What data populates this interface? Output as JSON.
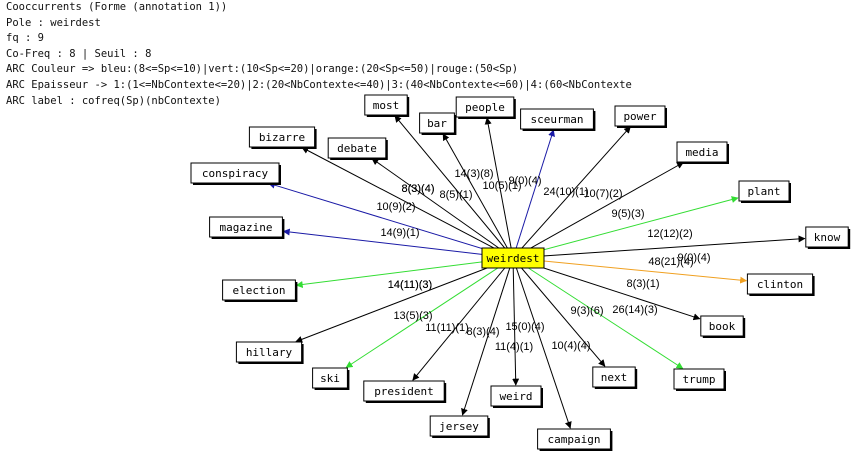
{
  "header": {
    "lines": [
      "Cooccurrents (Forme (annotation 1))",
      "Pole : weirdest",
      "fq : 9",
      "Co-Freq : 8 | Seuil : 8",
      "ARC Couleur => bleu:(8<=Sp<=10)|vert:(10<Sp<=20)|orange:(20<Sp<=50)|rouge:(50<Sp)",
      "ARC Epaisseur -> 1:(1<=NbContexte<=20)|2:(20<NbContexte<=40)|3:(40<NbContexte<=60)|4:(60<NbContexte",
      "ARC label : cofreq(Sp)(nbContexte)"
    ]
  },
  "colors": {
    "black": "#000000",
    "blue": "#1a1aa6",
    "green": "#33dd33",
    "orange": "#f0a020",
    "pole_fill": "#ffff00"
  },
  "pole": "weirdest",
  "nodes": [
    {
      "id": "most",
      "label": "most",
      "edge_label": "8(3)(4)",
      "color": "black"
    },
    {
      "id": "bar",
      "label": "bar",
      "edge_label": "8(5)(1)",
      "color": "black"
    },
    {
      "id": "people",
      "label": "people",
      "edge_label": "10(5)(1)",
      "color": "black"
    },
    {
      "id": "sceurman",
      "label": "sceurman",
      "edge_label": "9(0)(4)",
      "color": "blue"
    },
    {
      "id": "power",
      "label": "power",
      "edge_label": "10(7)(2)",
      "color": "black"
    },
    {
      "id": "media",
      "label": "media",
      "edge_label": "9(5)(3)",
      "color": "black"
    },
    {
      "id": "plant",
      "label": "plant",
      "edge_label": "12(12)(2)",
      "color": "green"
    },
    {
      "id": "know",
      "label": "know",
      "edge_label": "48(21)(4)",
      "color": "black"
    },
    {
      "id": "clinton",
      "label": "clinton",
      "edge_label": "24(10)(1)",
      "color": "orange"
    },
    {
      "id": "book",
      "label": "book",
      "edge_label": "26(14)(3)",
      "color": "black"
    },
    {
      "id": "trump",
      "label": "trump",
      "edge_label": "9(3)(6)",
      "color": "green"
    },
    {
      "id": "next",
      "label": "next",
      "edge_label": "10(4)(4)",
      "color": "black"
    },
    {
      "id": "campaign",
      "label": "campaign",
      "edge_label": "15(0)(4)",
      "color": "black"
    },
    {
      "id": "weird",
      "label": "weird",
      "edge_label": "11(4)(1)",
      "color": "black"
    },
    {
      "id": "jersey",
      "label": "jersey",
      "edge_label": "8(3)(4)",
      "color": "black"
    },
    {
      "id": "president",
      "label": "president",
      "edge_label": "11(11)(1)",
      "color": "black"
    },
    {
      "id": "ski",
      "label": "ski",
      "edge_label": "13(5)(3)",
      "color": "green"
    },
    {
      "id": "hillary",
      "label": "hillary",
      "edge_label": "14(11)(3)",
      "color": "black"
    },
    {
      "id": "election",
      "label": "election",
      "edge_label": "14(11)(3)",
      "color": "green"
    },
    {
      "id": "magazine",
      "label": "magazine",
      "edge_label": "14(9)(1)",
      "color": "blue"
    },
    {
      "id": "conspiracy",
      "label": "conspiracy",
      "edge_label": "10(9)(2)",
      "color": "blue"
    },
    {
      "id": "bizarre",
      "label": "bizarre",
      "edge_label": "8(3)(4)",
      "color": "black"
    },
    {
      "id": "debate",
      "label": "debate",
      "edge_label": "14(3)(8)",
      "color": "black"
    }
  ],
  "extra_labels": [
    "8(3)(1)",
    "9(0)(4)"
  ]
}
